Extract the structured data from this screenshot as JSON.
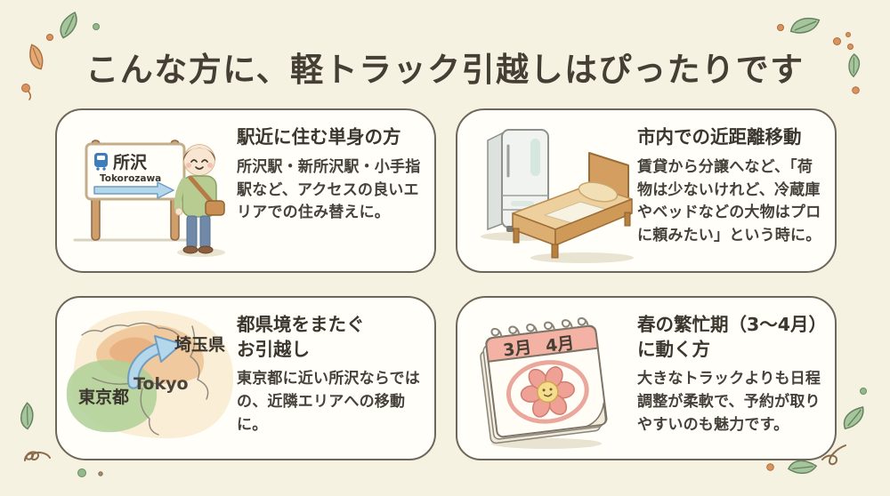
{
  "page": {
    "title": "こんな方に、軽トラック引越しはぴったりです"
  },
  "colors": {
    "background": "#f5f2e2",
    "card_background": "#fffef8",
    "card_border": "#6f665a",
    "text": "#443d33",
    "arrow_blue": "#b4d7ec",
    "calendar_pink": "#f3b2a3",
    "map_green": "#aed096",
    "map_orange": "#eec090",
    "leaf_green": "#a5c69c",
    "leaf_orange": "#e4a977"
  },
  "cards": [
    {
      "title_lines": [
        "駅近に住む単身の方"
      ],
      "body": "所沢駅・新所沢駅・小手指駅など、アクセスの良いエリアでの住み替えに。",
      "illustration": {
        "name": "station-sign-with-person",
        "sign_station_ja": "所沢",
        "sign_station_en": "Tokorozawa"
      }
    },
    {
      "title_lines": [
        "市内での近距離移動"
      ],
      "body": "賃貸から分譲へなど、「荷物は少ないけれど、冷蔵庫やベッドなどの大物はプロに頼みたい」という時に。",
      "illustration": {
        "name": "refrigerator-and-bed"
      }
    },
    {
      "title_lines": [
        "都県境をまたぐ",
        "お引越し"
      ],
      "body": "東京都に近い所沢ならではの、近隣エリアへの移動に。",
      "illustration": {
        "name": "tokyo-saitama-map",
        "label_saitama": "埼玉県",
        "label_tokyo_en": "Tokyo",
        "label_tokyo_ja": "東京都"
      }
    },
    {
      "title_lines": [
        "春の繁忙期（3〜4月）",
        "に動く方"
      ],
      "body": "大きなトラックよりも日程調整が柔軟で、予約が取りやすいのも魅力です。",
      "illustration": {
        "name": "spring-calendar",
        "month_left": "3月",
        "month_right": "4月"
      }
    }
  ]
}
